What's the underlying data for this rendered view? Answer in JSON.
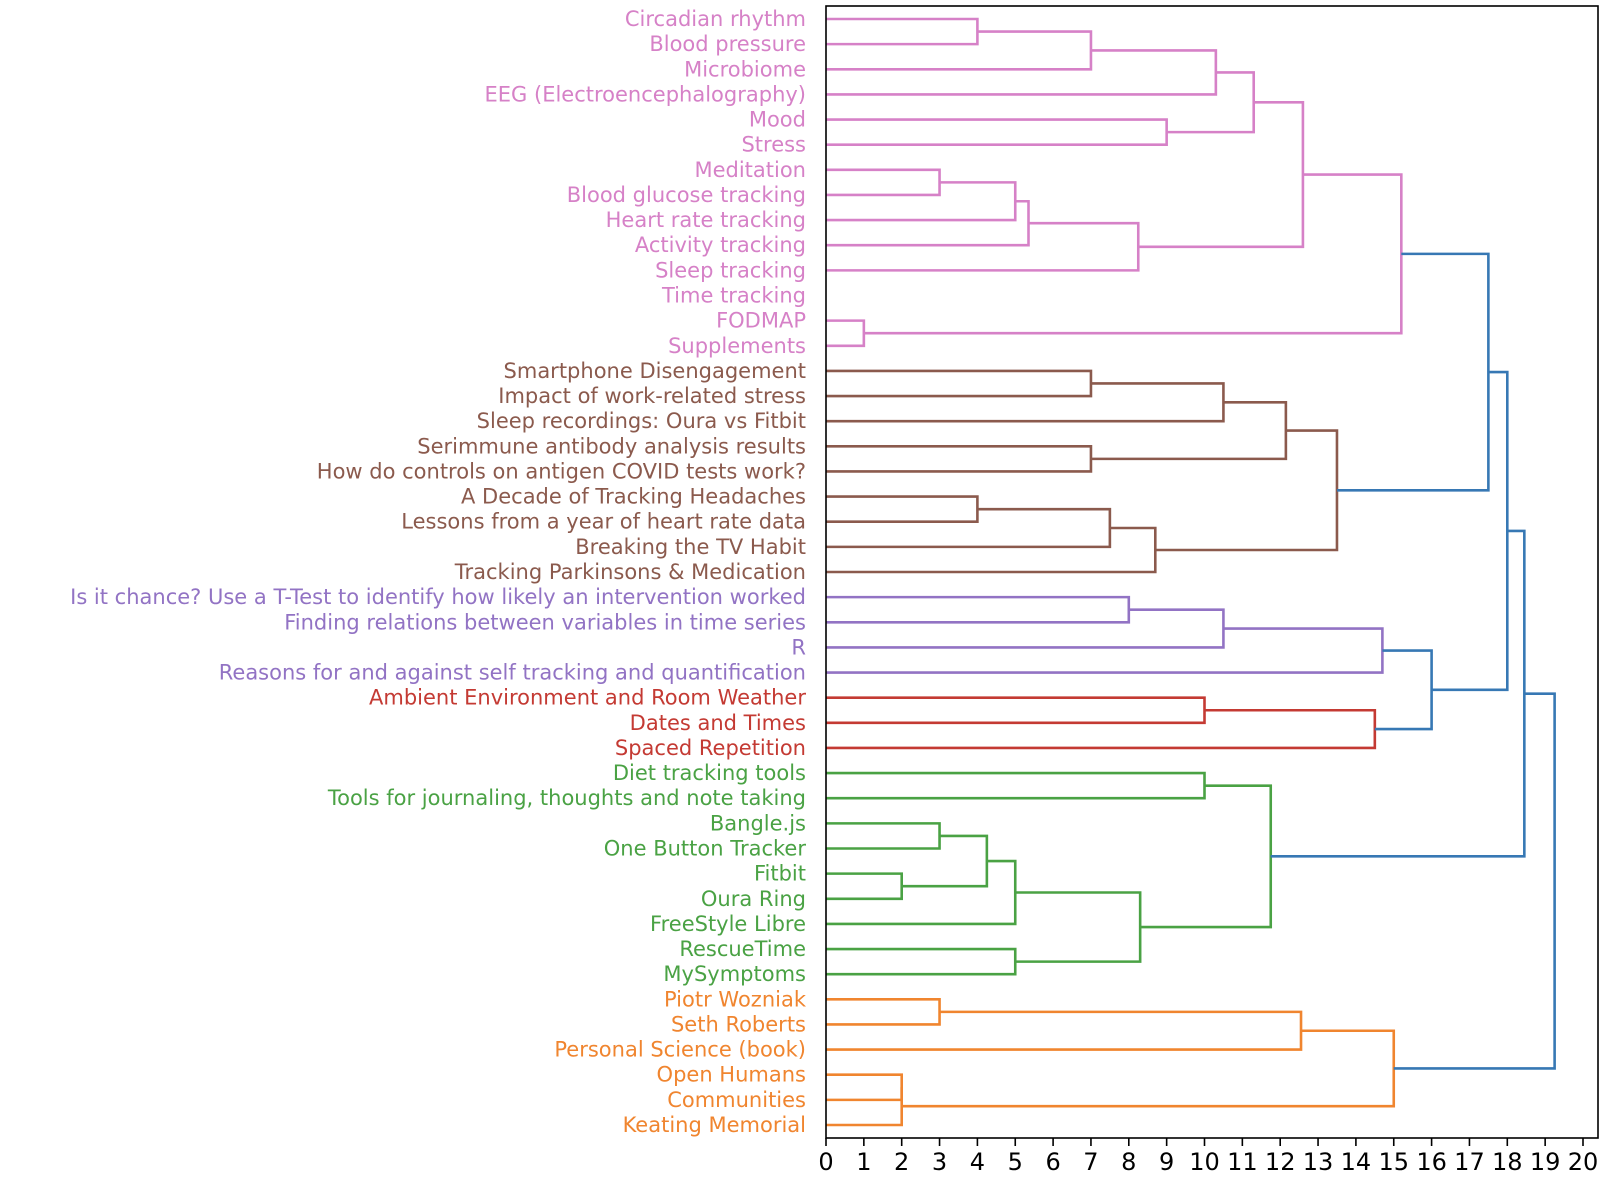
{
  "chart_data": {
    "type": "dendrogram",
    "orientation": "right",
    "title": "",
    "xlabel": "",
    "ylabel": "",
    "xlim": [
      0,
      20.5
    ],
    "xticks": [
      0,
      1,
      2,
      3,
      4,
      5,
      6,
      7,
      8,
      9,
      10,
      11,
      12,
      13,
      14,
      15,
      16,
      17,
      18,
      19,
      20
    ],
    "above_threshold_color": "#3778b4",
    "cluster_colors": {
      "pink": "#d681c7",
      "brown": "#8b5a4d",
      "purple": "#9273c4",
      "red": "#c43a33",
      "green": "#4aa244",
      "orange": "#f0852f"
    },
    "leaves": [
      {
        "label": "Circadian rhythm",
        "cluster": "pink"
      },
      {
        "label": "Blood pressure",
        "cluster": "pink"
      },
      {
        "label": "Microbiome",
        "cluster": "pink"
      },
      {
        "label": "EEG (Electroencephalography)",
        "cluster": "pink"
      },
      {
        "label": "Mood",
        "cluster": "pink"
      },
      {
        "label": "Stress",
        "cluster": "pink"
      },
      {
        "label": "Meditation",
        "cluster": "pink"
      },
      {
        "label": "Blood glucose tracking",
        "cluster": "pink"
      },
      {
        "label": "Heart rate tracking",
        "cluster": "pink"
      },
      {
        "label": "Activity tracking",
        "cluster": "pink"
      },
      {
        "label": "Sleep tracking",
        "cluster": "pink"
      },
      {
        "label": "Time tracking",
        "cluster": "pink"
      },
      {
        "label": "FODMAP",
        "cluster": "pink"
      },
      {
        "label": "Supplements",
        "cluster": "pink"
      },
      {
        "label": "Smartphone Disengagement",
        "cluster": "brown"
      },
      {
        "label": "Impact of work-related stress",
        "cluster": "brown"
      },
      {
        "label": "Sleep recordings: Oura vs Fitbit",
        "cluster": "brown"
      },
      {
        "label": "Serimmune antibody analysis results",
        "cluster": "brown"
      },
      {
        "label": "How do controls on antigen COVID tests work?",
        "cluster": "brown"
      },
      {
        "label": "A Decade of Tracking Headaches",
        "cluster": "brown"
      },
      {
        "label": "Lessons from a year of heart rate data",
        "cluster": "brown"
      },
      {
        "label": "Breaking the TV Habit",
        "cluster": "brown"
      },
      {
        "label": "Tracking Parkinsons & Medication",
        "cluster": "brown"
      },
      {
        "label": "Is it chance? Use a T-Test to identify how likely an intervention worked",
        "cluster": "purple"
      },
      {
        "label": "Finding relations between variables in time series",
        "cluster": "purple"
      },
      {
        "label": "R",
        "cluster": "purple"
      },
      {
        "label": "Reasons for and against self tracking and quantification",
        "cluster": "purple"
      },
      {
        "label": "Ambient Environment and Room Weather",
        "cluster": "red"
      },
      {
        "label": "Dates and Times",
        "cluster": "red"
      },
      {
        "label": "Spaced Repetition",
        "cluster": "red"
      },
      {
        "label": "Diet tracking tools",
        "cluster": "green"
      },
      {
        "label": "Tools for journaling, thoughts and note taking",
        "cluster": "green"
      },
      {
        "label": "Bangle.js",
        "cluster": "green"
      },
      {
        "label": "One Button Tracker",
        "cluster": "green"
      },
      {
        "label": "Fitbit",
        "cluster": "green"
      },
      {
        "label": "Oura Ring",
        "cluster": "green"
      },
      {
        "label": "FreeStyle Libre",
        "cluster": "green"
      },
      {
        "label": "RescueTime",
        "cluster": "green"
      },
      {
        "label": "MySymptoms",
        "cluster": "green"
      },
      {
        "label": "Piotr Wozniak",
        "cluster": "orange"
      },
      {
        "label": "Seth Roberts",
        "cluster": "orange"
      },
      {
        "label": "Personal Science (book)",
        "cluster": "orange"
      },
      {
        "label": "Open Humans",
        "cluster": "orange"
      },
      {
        "label": "Communities",
        "cluster": "orange"
      },
      {
        "label": "Keating Memorial",
        "cluster": "orange"
      }
    ],
    "merges": [
      {
        "id": "P1",
        "children": [
          "L0",
          "L1"
        ],
        "distance": 4.0,
        "cluster": "pink"
      },
      {
        "id": "P2",
        "children": [
          "P1",
          "L2"
        ],
        "distance": 7.0,
        "cluster": "pink"
      },
      {
        "id": "P3",
        "children": [
          "P2",
          "L3"
        ],
        "distance": 10.3,
        "cluster": "pink"
      },
      {
        "id": "P4",
        "children": [
          "L4",
          "L5"
        ],
        "distance": 9.0,
        "cluster": "pink"
      },
      {
        "id": "P5",
        "children": [
          "P3",
          "P4"
        ],
        "distance": 11.3,
        "cluster": "pink"
      },
      {
        "id": "P6",
        "children": [
          "L6",
          "L7"
        ],
        "distance": 3.0,
        "cluster": "pink"
      },
      {
        "id": "P7",
        "children": [
          "P6",
          "L8"
        ],
        "distance": 5.0,
        "cluster": "pink"
      },
      {
        "id": "P8",
        "children": [
          "P7",
          "L9"
        ],
        "distance": 5.35,
        "cluster": "pink"
      },
      {
        "id": "P9",
        "children": [
          "P8",
          "L10"
        ],
        "distance": 8.25,
        "cluster": "pink"
      },
      {
        "id": "P10",
        "children": [
          "P5",
          "P9"
        ],
        "distance": 12.6,
        "cluster": "pink"
      },
      {
        "id": "P11",
        "children": [
          "L12",
          "L13"
        ],
        "distance": 1.0,
        "cluster": "pink"
      },
      {
        "id": "P12",
        "children": [
          "P10",
          "P11"
        ],
        "distance": 15.2,
        "cluster": "pink"
      },
      {
        "id": "B1",
        "children": [
          "L14",
          "L15"
        ],
        "distance": 7.0,
        "cluster": "brown"
      },
      {
        "id": "B2",
        "children": [
          "B1",
          "L16"
        ],
        "distance": 10.5,
        "cluster": "brown"
      },
      {
        "id": "B3",
        "children": [
          "L17",
          "L18"
        ],
        "distance": 7.0,
        "cluster": "brown"
      },
      {
        "id": "B4",
        "children": [
          "B2",
          "B3"
        ],
        "distance": 12.15,
        "cluster": "brown"
      },
      {
        "id": "B5",
        "children": [
          "L19",
          "L20"
        ],
        "distance": 4.0,
        "cluster": "brown"
      },
      {
        "id": "B6",
        "children": [
          "B5",
          "L21"
        ],
        "distance": 7.5,
        "cluster": "brown"
      },
      {
        "id": "B7",
        "children": [
          "B6",
          "L22"
        ],
        "distance": 8.7,
        "cluster": "brown"
      },
      {
        "id": "B8",
        "children": [
          "B4",
          "B7"
        ],
        "distance": 13.5,
        "cluster": "brown"
      },
      {
        "id": "U1",
        "children": [
          "L23",
          "L24"
        ],
        "distance": 8.0,
        "cluster": "purple"
      },
      {
        "id": "U2",
        "children": [
          "U1",
          "L25"
        ],
        "distance": 10.5,
        "cluster": "purple"
      },
      {
        "id": "U3",
        "children": [
          "U2",
          "L26"
        ],
        "distance": 14.7,
        "cluster": "purple"
      },
      {
        "id": "R1",
        "children": [
          "L27",
          "L28"
        ],
        "distance": 10.0,
        "cluster": "red"
      },
      {
        "id": "R2",
        "children": [
          "R1",
          "L29"
        ],
        "distance": 14.5,
        "cluster": "red"
      },
      {
        "id": "G1",
        "children": [
          "L30",
          "L31"
        ],
        "distance": 10.0,
        "cluster": "green"
      },
      {
        "id": "G2",
        "children": [
          "L32",
          "L33"
        ],
        "distance": 3.0,
        "cluster": "green"
      },
      {
        "id": "G3",
        "children": [
          "L34",
          "L35"
        ],
        "distance": 2.0,
        "cluster": "green"
      },
      {
        "id": "G4",
        "children": [
          "G2",
          "G3"
        ],
        "distance": 4.25,
        "cluster": "green"
      },
      {
        "id": "G5",
        "children": [
          "G4",
          "L36"
        ],
        "distance": 5.0,
        "cluster": "green"
      },
      {
        "id": "G6",
        "children": [
          "L37",
          "L38"
        ],
        "distance": 5.0,
        "cluster": "green"
      },
      {
        "id": "G7",
        "children": [
          "G5",
          "G6"
        ],
        "distance": 8.3,
        "cluster": "green"
      },
      {
        "id": "G8",
        "children": [
          "G1",
          "G7"
        ],
        "distance": 11.75,
        "cluster": "green"
      },
      {
        "id": "O1",
        "children": [
          "L39",
          "L40"
        ],
        "distance": 3.0,
        "cluster": "orange"
      },
      {
        "id": "O2",
        "children": [
          "O1",
          "L41"
        ],
        "distance": 12.55,
        "cluster": "orange"
      },
      {
        "id": "O3",
        "children": [
          "L42",
          "L43"
        ],
        "distance": 2.0,
        "cluster": "orange"
      },
      {
        "id": "O4",
        "children": [
          "O3",
          "L44"
        ],
        "distance": 2.0,
        "cluster": "orange"
      },
      {
        "id": "O5",
        "children": [
          "O2",
          "O4"
        ],
        "distance": 15.0,
        "cluster": "orange"
      },
      {
        "id": "T1",
        "children": [
          "P12",
          "B8"
        ],
        "distance": 17.5,
        "cluster": "above"
      },
      {
        "id": "T2",
        "children": [
          "U3",
          "R2"
        ],
        "distance": 16.0,
        "cluster": "above"
      },
      {
        "id": "T3",
        "children": [
          "T1",
          "T2"
        ],
        "distance": 18.0,
        "cluster": "above"
      },
      {
        "id": "T4",
        "children": [
          "T3",
          "G8"
        ],
        "distance": 18.45,
        "cluster": "above"
      },
      {
        "id": "T5",
        "children": [
          "T4",
          "O5"
        ],
        "distance": 19.25,
        "cluster": "above"
      }
    ]
  }
}
